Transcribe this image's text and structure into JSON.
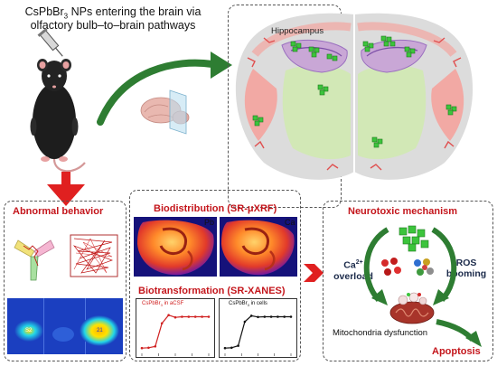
{
  "title": {
    "line1_prefix": "CsPbBr",
    "line1_sub": "3",
    "line1_suffix": " NPs entering the brain via",
    "line2": "olfactory bulb–to–brain pathways"
  },
  "brain": {
    "region_label": "Hippocampus"
  },
  "panels": {
    "behavior": {
      "title": "Abnormal behavior",
      "zone_left": "S2",
      "zone_right": "21"
    },
    "middle": {
      "biodistribution_title": "Biodistribution (SR-μXRF)",
      "map_left_element": "Pb",
      "map_right_element": "Ca",
      "biotransformation_title": "Biotransformation (SR-XANES)",
      "plot_left_prefix": "CsPbBr",
      "plot_left_sub": "3",
      "plot_left_suffix": " in aCSF",
      "plot_right_prefix": "CsPbBr",
      "plot_right_sub": "3",
      "plot_right_suffix": " in cells"
    },
    "neurotoxic": {
      "title": "Neurotoxic mechanism",
      "ca_base": "Ca",
      "ca_sup": "2+",
      "ca_line2": "overload",
      "ros_line1": "ROS",
      "ros_line2": "booming",
      "mito_label": "Mitochondria dysfunction",
      "outcome": "Apoptosis"
    }
  },
  "colors": {
    "panel_title_red": "#c4161c",
    "mechanism_text": "#1b2a4a",
    "arrow_green": "#2e7d32",
    "np_green": "#3cc43c",
    "funnel_red": "#e02020",
    "brain_gray": "#dcdcdc",
    "brain_tissue": "#f2a9a4",
    "hippocampus_green": "#d2e8b6"
  },
  "xanes": {
    "left": {
      "color": "#d02020",
      "x": [
        0,
        1,
        2,
        3,
        4,
        5,
        6,
        7,
        8,
        9,
        10
      ],
      "y": [
        0.05,
        0.06,
        0.1,
        0.8,
        1.05,
        0.98,
        1.0,
        1.0,
        1.0,
        1.0,
        1.0
      ]
    },
    "right": {
      "color": "#111111",
      "x": [
        0,
        1,
        2,
        3,
        4,
        5,
        6,
        7,
        8,
        9,
        10
      ],
      "y": [
        0.05,
        0.06,
        0.12,
        0.85,
        1.03,
        0.99,
        1.0,
        1.0,
        1.0,
        1.0,
        1.0
      ]
    }
  }
}
